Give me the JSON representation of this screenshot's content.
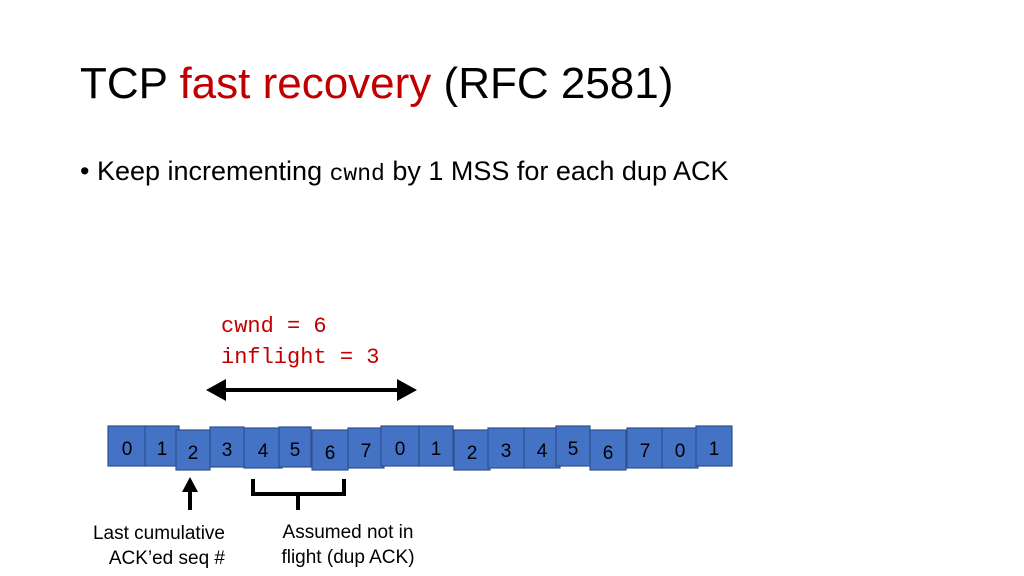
{
  "title": {
    "prefix": "TCP ",
    "highlight": "fast recovery",
    "suffix": " (RFC 2581)"
  },
  "bullet": {
    "marker": "•",
    "before": " Keep incrementing ",
    "code": "cwnd",
    "after": " by 1 MSS for each dup ACK"
  },
  "window": {
    "line1": "cwnd = 6",
    "line2": "inflight = 3"
  },
  "sequence": [
    "0",
    "1",
    "2",
    "3",
    "4",
    "5",
    "6",
    "7",
    "0",
    "1",
    "2",
    "3",
    "4",
    "5",
    "6",
    "7",
    "0",
    "1"
  ],
  "captions": {
    "last_ack_line1": "Last cumulative",
    "last_ack_line2": "ACK’ed seq #",
    "assumed_line1": "Assumed not in",
    "assumed_line2": "flight (dup ACK)"
  },
  "colors": {
    "accent": "#c00000",
    "box_fill": "#4472c4",
    "box_stroke": "#2f528f"
  }
}
